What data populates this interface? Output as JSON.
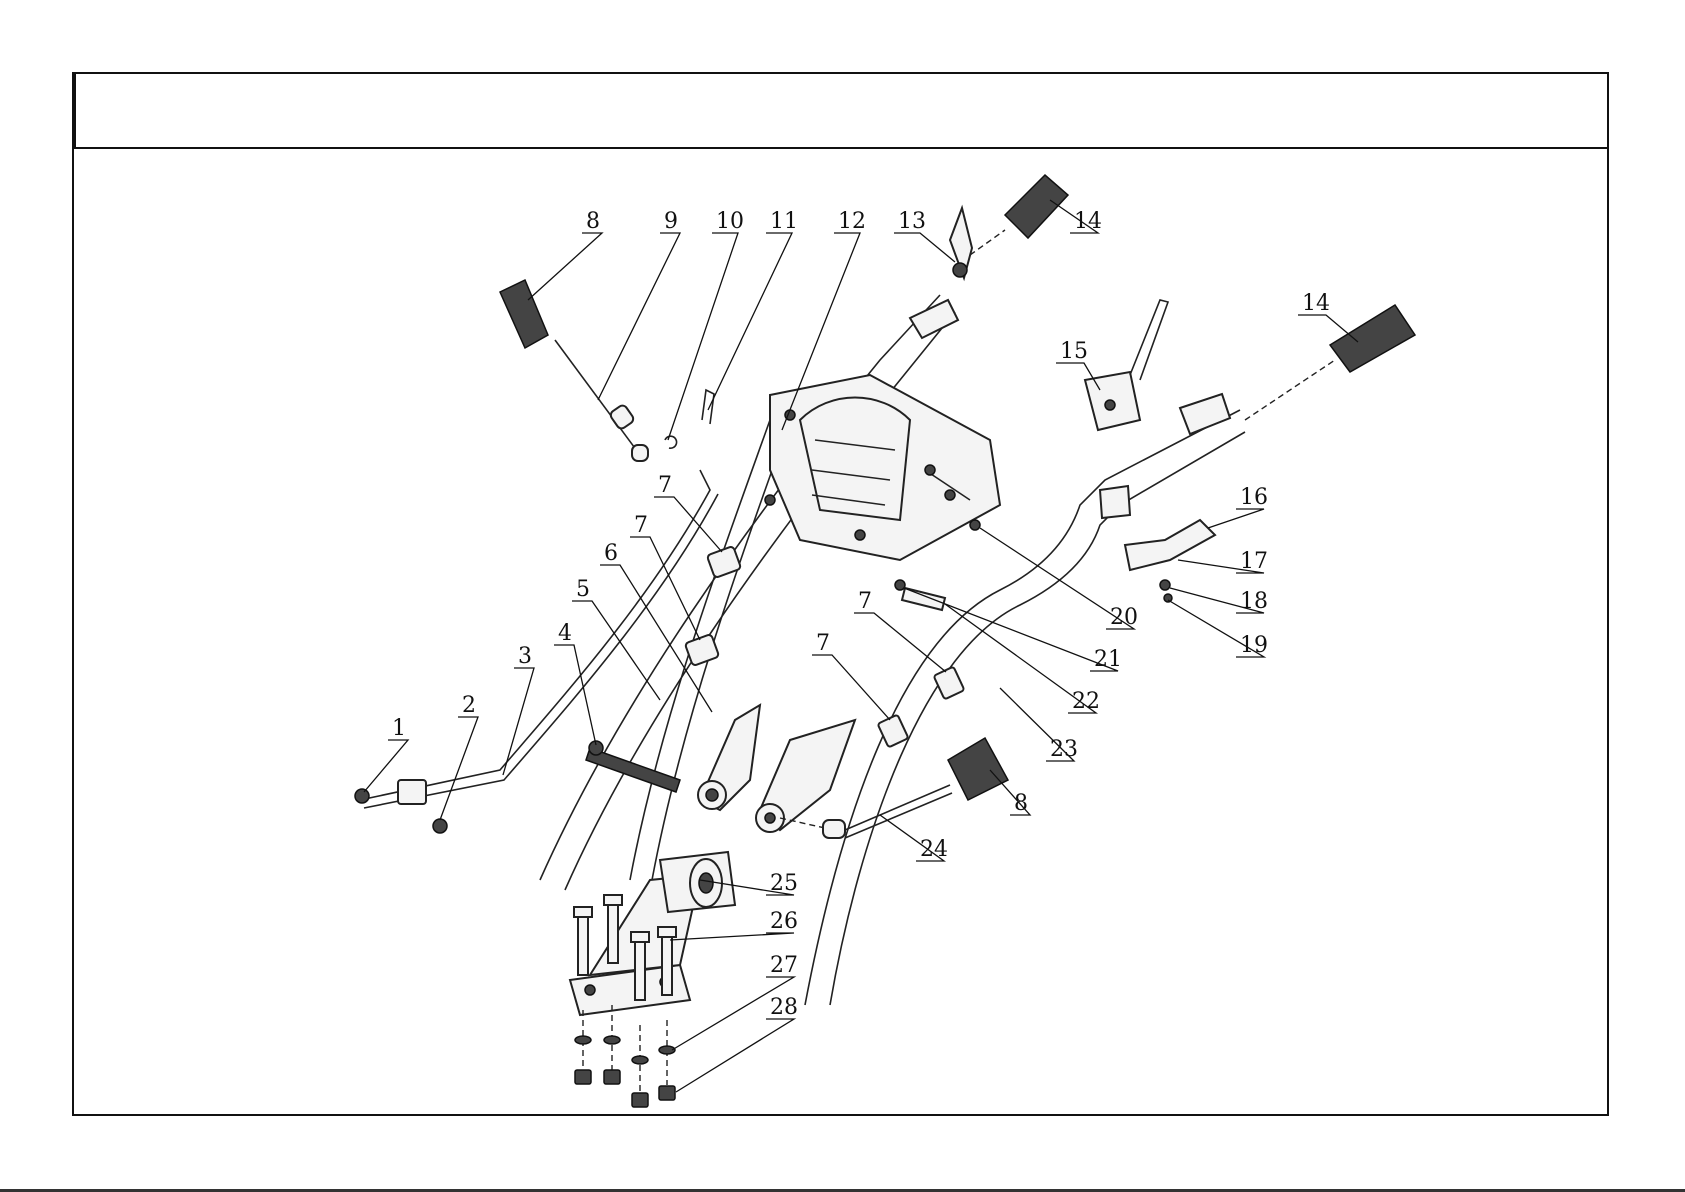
{
  "header": {
    "title": ""
  },
  "callouts": [
    {
      "id": "c1",
      "label": "1"
    },
    {
      "id": "c2",
      "label": "2"
    },
    {
      "id": "c3",
      "label": "3"
    },
    {
      "id": "c4",
      "label": "4"
    },
    {
      "id": "c5",
      "label": "5"
    },
    {
      "id": "c6",
      "label": "6"
    },
    {
      "id": "c7a",
      "label": "7"
    },
    {
      "id": "c7b",
      "label": "7"
    },
    {
      "id": "c7c",
      "label": "7"
    },
    {
      "id": "c7d",
      "label": "7"
    },
    {
      "id": "c8a",
      "label": "8"
    },
    {
      "id": "c8b",
      "label": "8"
    },
    {
      "id": "c9",
      "label": "9"
    },
    {
      "id": "c10",
      "label": "10"
    },
    {
      "id": "c11",
      "label": "11"
    },
    {
      "id": "c12",
      "label": "12"
    },
    {
      "id": "c13",
      "label": "13"
    },
    {
      "id": "c14a",
      "label": "14"
    },
    {
      "id": "c14b",
      "label": "14"
    },
    {
      "id": "c15",
      "label": "15"
    },
    {
      "id": "c16",
      "label": "16"
    },
    {
      "id": "c17",
      "label": "17"
    },
    {
      "id": "c18",
      "label": "18"
    },
    {
      "id": "c19",
      "label": "19"
    },
    {
      "id": "c20",
      "label": "20"
    },
    {
      "id": "c21",
      "label": "21"
    },
    {
      "id": "c22",
      "label": "22"
    },
    {
      "id": "c23",
      "label": "23"
    },
    {
      "id": "c24",
      "label": "24"
    },
    {
      "id": "c25",
      "label": "25"
    },
    {
      "id": "c26",
      "label": "26"
    },
    {
      "id": "c27",
      "label": "27"
    },
    {
      "id": "c28",
      "label": "28"
    }
  ]
}
